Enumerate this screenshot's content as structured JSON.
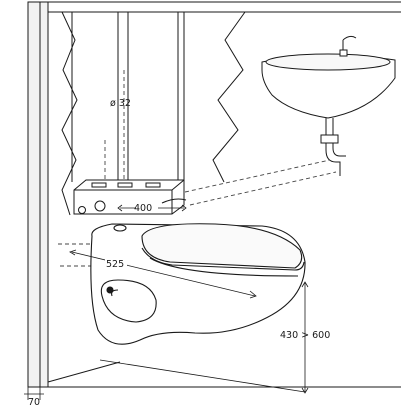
{
  "labels": {
    "pipe_diameter": "ø 32",
    "pump_width": "400",
    "bowl_depth": "525",
    "height_range": "430 > 600",
    "wall_offset": "70"
  },
  "colors": {
    "line": "#1a1a1a",
    "dashed": "#444444",
    "wall_fill": "#f4f4f4",
    "ceramic": "#ffffff"
  }
}
